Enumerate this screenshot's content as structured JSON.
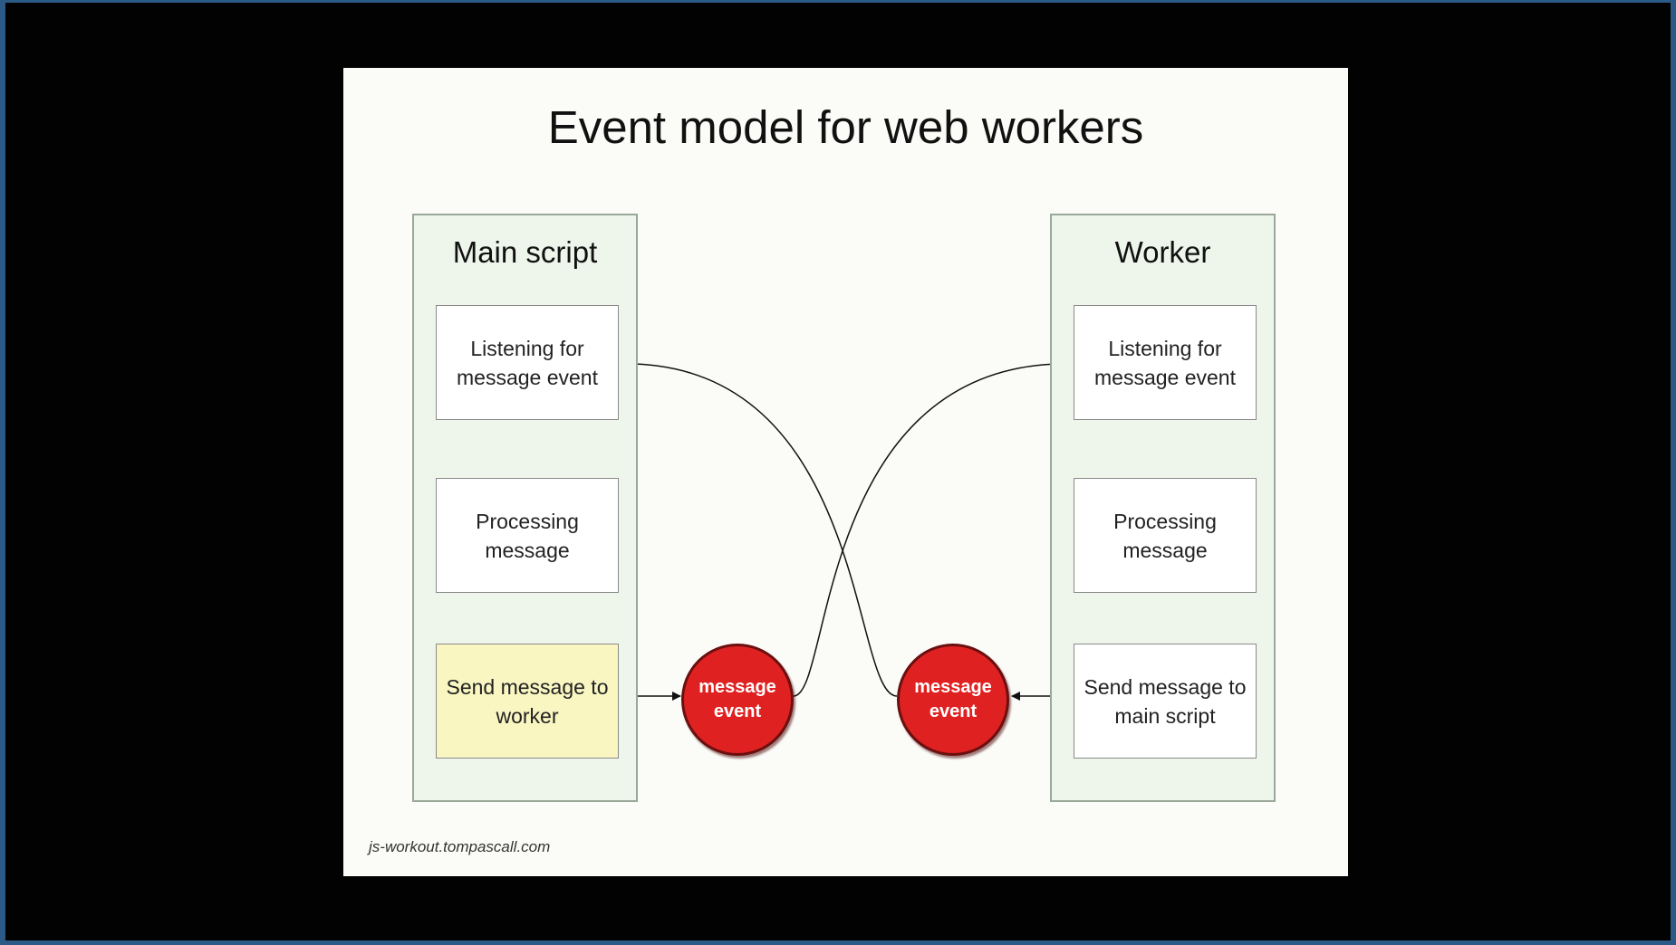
{
  "slide": {
    "title": "Event model for web workers",
    "footer": "js-workout.tompascall.com"
  },
  "main_lane": {
    "title": "Main script",
    "boxes": [
      {
        "label": "Listening for message event"
      },
      {
        "label": "Processing message"
      },
      {
        "label": "Send message to worker"
      }
    ]
  },
  "worker_lane": {
    "title": "Worker",
    "boxes": [
      {
        "label": "Listening for message event"
      },
      {
        "label": "Processing message"
      },
      {
        "label": "Send message to main script"
      }
    ]
  },
  "events": [
    {
      "label": "message event"
    },
    {
      "label": "message event"
    }
  ],
  "colors": {
    "event": "#e02121",
    "highlight_box": "#f9f6c2",
    "lane": "#eef5ea"
  }
}
